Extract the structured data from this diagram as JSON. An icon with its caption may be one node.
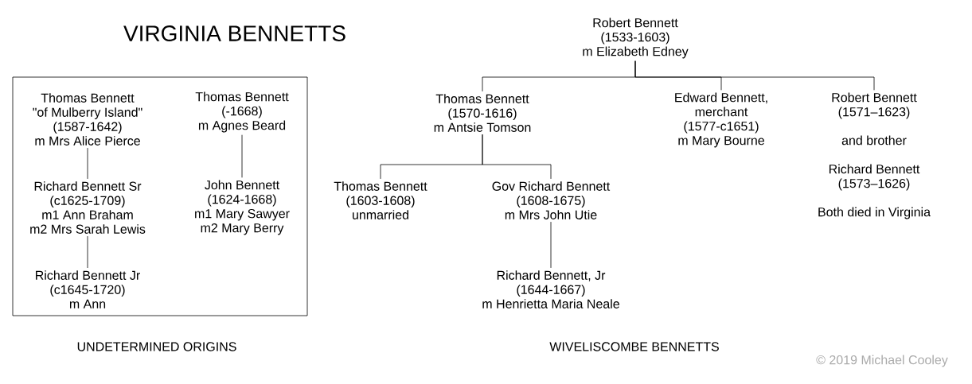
{
  "diagram": {
    "title": "VIRGINIA BENNETTS",
    "nodes": [
      {
        "text": [],
        "shape": "box",
        "beside": [
          "UNDETERMINED ORIGINS"
        ]
      },
      {
        "text": [
          "Thomas Bennett",
          "\"of Mulberry Island\"",
          "(1587-1642)",
          "m Mrs Alice Pierce"
        ],
        "in": 0
      },
      {
        "text": [
          "Thomas Bennett",
          "(-1668)",
          "m Agnes Beard"
        ],
        "in": 0
      },
      {
        "text": [
          "Richard Bennett Sr",
          "(c1625-1709)",
          "m1 Ann Braham",
          "m2 Mrs Sarah Lewis"
        ],
        "in": 0
      },
      {
        "text": [
          "John Bennett",
          "(1624-1668)",
          "m1 Mary Sawyer",
          "m2 Mary Berry"
        ],
        "in": 0
      },
      {
        "text": [
          "Richard Bennett Jr",
          "(c1645-1720)",
          "m Ann"
        ],
        "in": 0
      },
      {
        "text": [
          "Robert Bennett",
          "(1533-1603)",
          "m Elizabeth Edney"
        ]
      },
      {
        "text": [
          "Thomas Bennett",
          "(1570-1616)",
          "m Antsie Tomson"
        ]
      },
      {
        "text": [
          "Edward Bennett,",
          "merchant",
          "(1577-c1651)",
          "m Mary Bourne"
        ]
      },
      {
        "text": [
          "Robert Bennett",
          "(1571–1623)",
          "and brother",
          "Richard Bennett",
          "(1573–1626)",
          "Both died in Virginia"
        ]
      },
      {
        "text": [
          "Thomas Bennett",
          "(1603-1608)",
          "unmarried"
        ]
      },
      {
        "text": [
          "Gov Richard Bennett",
          "(1608-1675)",
          "m Mrs John Utie"
        ]
      },
      {
        "text": [
          "Richard Bennett, Jr",
          "(1644-1667)",
          "m Henrietta Maria Neale"
        ]
      }
    ],
    "edges": [
      {
        "from": 1,
        "to": 3,
        "arrow": "none"
      },
      {
        "from": 3,
        "to": 5,
        "arrow": "none"
      },
      {
        "from": 2,
        "to": 4,
        "arrow": "none"
      },
      {
        "from": 6,
        "to": 7,
        "arrow": "none"
      },
      {
        "from": 6,
        "to": 8,
        "arrow": "none"
      },
      {
        "from": 6,
        "to": 9,
        "arrow": "none"
      },
      {
        "from": 7,
        "to": 10,
        "arrow": "none"
      },
      {
        "from": 7,
        "to": 11,
        "arrow": "none"
      },
      {
        "from": 11,
        "to": 12,
        "arrow": "none"
      }
    ],
    "labels": [
      "WIVELISCOMBE BENNETTS",
      "© 2019 Michael Cooley"
    ]
  }
}
